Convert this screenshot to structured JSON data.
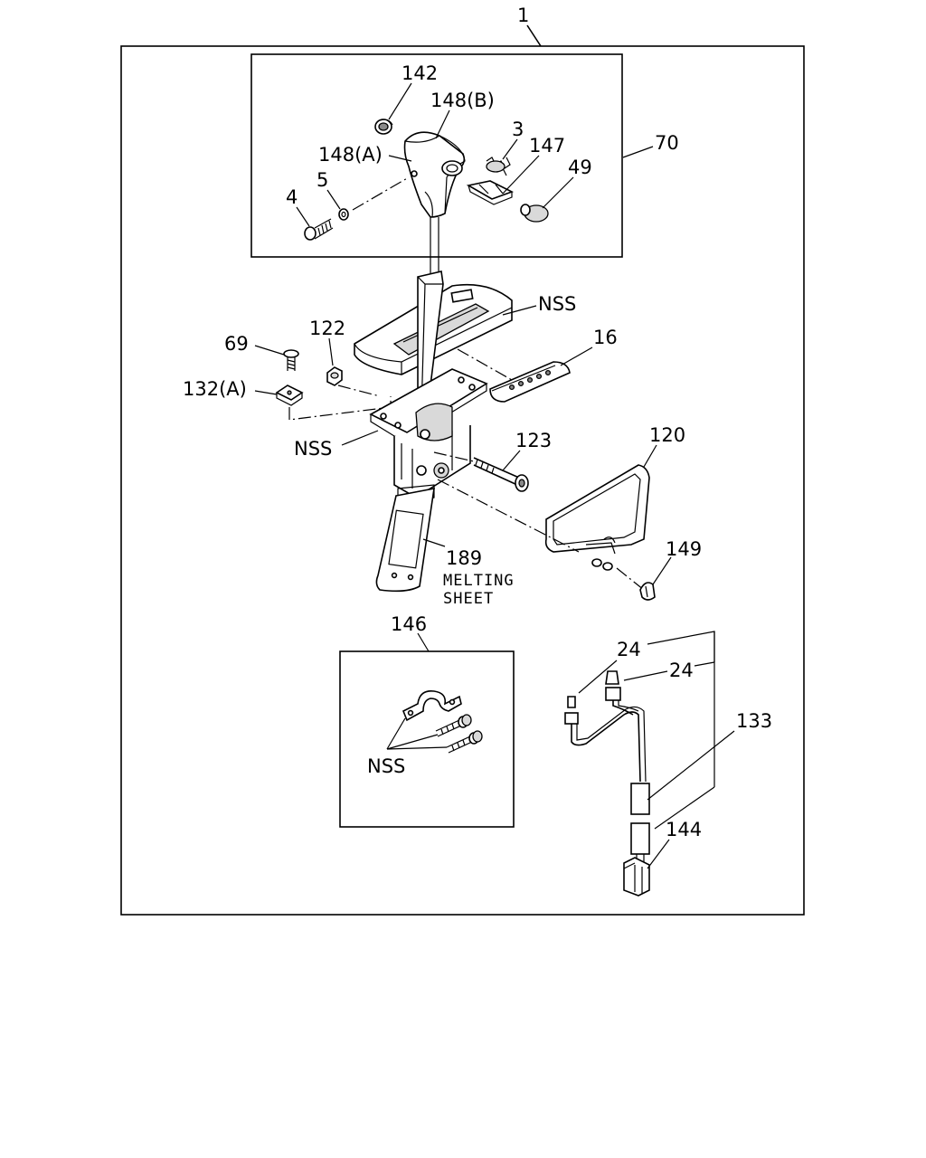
{
  "labels": {
    "assembly": "1",
    "knob_group": "70",
    "p142": "142",
    "p148b": "148(B)",
    "p148a": "148(A)",
    "p3": "3",
    "p147": "147",
    "p49": "49",
    "p5": "5",
    "p4": "4",
    "nss_bezel": "NSS",
    "p16": "16",
    "p122": "122",
    "p69": "69",
    "p132a": "132(A)",
    "nss_base": "NSS",
    "p123": "123",
    "p120": "120",
    "p189": "189",
    "melting_line1": "MELTING",
    "melting_line2": "SHEET",
    "p149": "149",
    "p146": "146",
    "nss_bracket": "NSS",
    "p24a": "24",
    "p24b": "24",
    "p133": "133",
    "p144": "144"
  }
}
